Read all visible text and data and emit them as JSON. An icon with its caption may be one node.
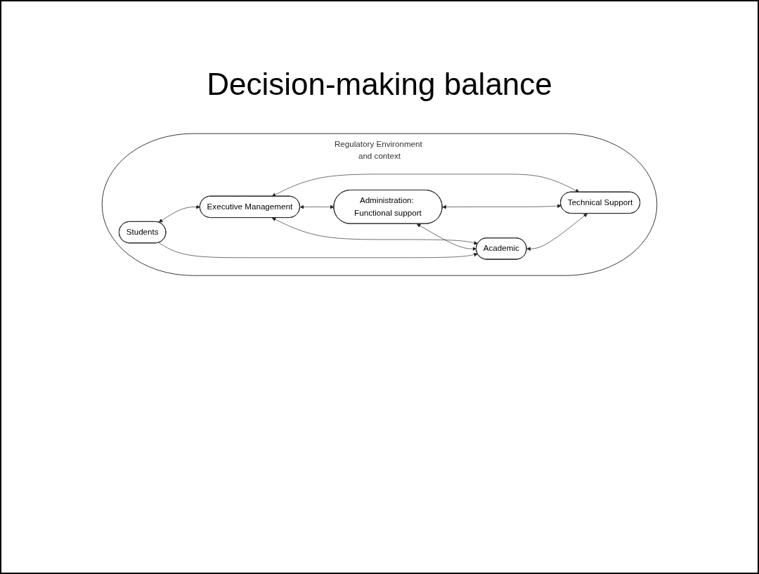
{
  "diagram": {
    "title": "Decision-making balance",
    "nodes": [
      {
        "text": [
          "Regulatory Environment and context"
        ]
      },
      {
        "text": [
          "Executive Management"
        ],
        "in": 0
      },
      {
        "text": [
          "Administration: Functional support"
        ],
        "in": 0
      },
      {
        "text": [
          "Academic"
        ],
        "in": 0
      },
      {
        "text": [
          "Technical Support"
        ],
        "in": 0
      },
      {
        "text": [
          "Students"
        ],
        "in": 0
      }
    ],
    "edges": [
      {
        "from": 1,
        "to": 2,
        "arrow": "both"
      },
      {
        "from": 1,
        "to": 3,
        "arrow": "both"
      },
      {
        "from": 2,
        "to": 3,
        "arrow": "both"
      },
      {
        "from": 1,
        "to": 4,
        "arrow": "both"
      },
      {
        "from": 2,
        "to": 4,
        "arrow": "both"
      },
      {
        "from": 3,
        "to": 4,
        "arrow": "both"
      },
      {
        "from": 5,
        "to": 1,
        "arrow": "both"
      },
      {
        "from": 5,
        "to": 3,
        "arrow": "to"
      }
    ]
  }
}
